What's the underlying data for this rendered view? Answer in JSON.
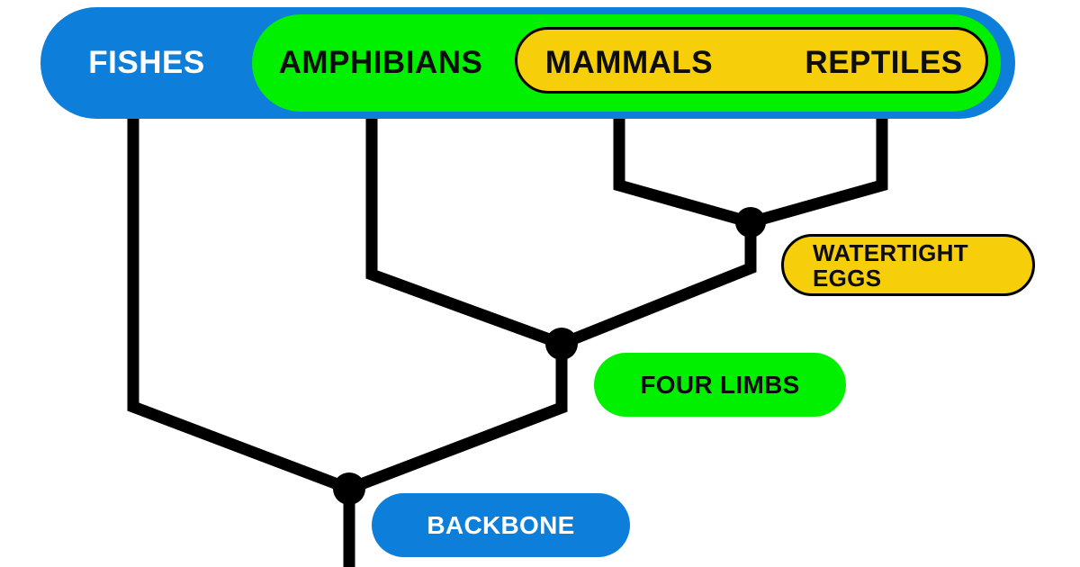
{
  "banner": {
    "groups": [
      {
        "label": "FISHES"
      },
      {
        "label": "AMPHIBIANS"
      },
      {
        "label": "MAMMALS"
      },
      {
        "label": "REPTILES"
      }
    ]
  },
  "traits": {
    "watertight_eggs": {
      "line1": "WATERTIGHT",
      "line2": "EGGS"
    },
    "four_limbs": {
      "label": "FOUR LIMBS"
    },
    "backbone": {
      "label": "BACKBONE"
    }
  },
  "colors": {
    "blue": "#0d7ed9",
    "green": "#00f000",
    "yellow": "#f6ce0a",
    "outline": "#000000",
    "line": "#000000",
    "text_dark": "#0d0d0d",
    "text_light": "#ffffff"
  }
}
